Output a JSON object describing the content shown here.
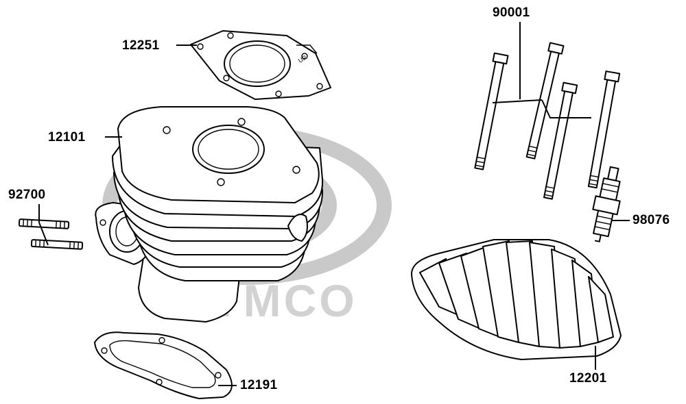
{
  "watermark": {
    "brand": "KYMCO"
  },
  "parts": [
    {
      "id": "12251",
      "name": "cylinder-gasket"
    },
    {
      "id": "12101",
      "name": "cylinder"
    },
    {
      "id": "92700",
      "name": "stud-bolt"
    },
    {
      "id": "12191",
      "name": "cylinder-base-gasket"
    },
    {
      "id": "90001",
      "name": "cylinder-head-bolt"
    },
    {
      "id": "98076",
      "name": "spark-plug"
    },
    {
      "id": "12201",
      "name": "cylinder-head"
    }
  ],
  "gasket_mark": "UP"
}
